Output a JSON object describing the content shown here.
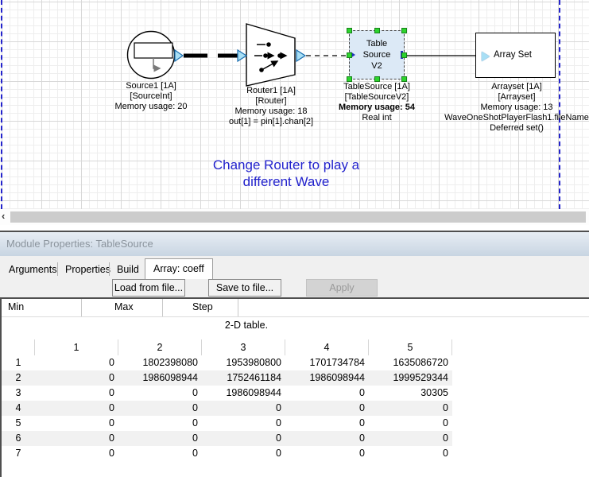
{
  "canvas": {
    "source1": {
      "labels": [
        "Source1 [1A]",
        "[SourceInt]",
        "Memory usage: 20"
      ]
    },
    "router1": {
      "labels": [
        "Router1 [1A]",
        "[Router]",
        "Memory usage: 18",
        "out[1] = pin[1].chan[2]"
      ]
    },
    "tablesource": {
      "box_lines": [
        "Table",
        "Source",
        "V2"
      ],
      "labels": [
        "TableSource [1A]",
        "[TableSourceV2]",
        "Memory usage: 54",
        "Real int"
      ]
    },
    "arrayset": {
      "box_label": "Array Set",
      "labels": [
        "Arrayset [1A]",
        "[Arrayset]",
        "Memory usage: 13",
        "WaveOneShotPlayerFlash1.fileName",
        "Deferred set()"
      ]
    },
    "annotation": {
      "lines": [
        "Change Router to play a",
        "different Wave"
      ],
      "color": "#2121cc"
    },
    "colors": {
      "page_boundary_blue": "#2323cb",
      "selection_handle_green": "#2dd42d",
      "tablesource_fill": "#dce9f6",
      "pin_fill": "#a8dff5"
    }
  },
  "scrollbar": {
    "left_arrow": "‹"
  },
  "panel": {
    "title": "Module Properties: TableSource",
    "tabs": {
      "arguments": "Arguments",
      "properties": "Properties",
      "build": "Build",
      "array": "Array: coeff"
    },
    "buttons": {
      "load": "Load from file...",
      "save": "Save to file...",
      "apply": "Apply"
    },
    "fields": {
      "min": "Min",
      "max": "Max",
      "step": "Step"
    },
    "caption": "2-D table.",
    "table": {
      "headers": [
        "1",
        "2",
        "3",
        "4",
        "5"
      ],
      "rows": [
        {
          "label": "1",
          "values": [
            "0",
            "1802398080",
            "1953980800",
            "1701734784",
            "1635086720"
          ]
        },
        {
          "label": "2",
          "values": [
            "0",
            "1986098944",
            "1752461184",
            "1986098944",
            "1999529344"
          ]
        },
        {
          "label": "3",
          "values": [
            "0",
            "0",
            "1986098944",
            "0",
            "30305"
          ]
        },
        {
          "label": "4",
          "values": [
            "0",
            "0",
            "0",
            "0",
            "0"
          ]
        },
        {
          "label": "5",
          "values": [
            "0",
            "0",
            "0",
            "0",
            "0"
          ]
        },
        {
          "label": "6",
          "values": [
            "0",
            "0",
            "0",
            "0",
            "0"
          ]
        },
        {
          "label": "7",
          "values": [
            "0",
            "0",
            "0",
            "0",
            "0"
          ]
        }
      ]
    }
  }
}
